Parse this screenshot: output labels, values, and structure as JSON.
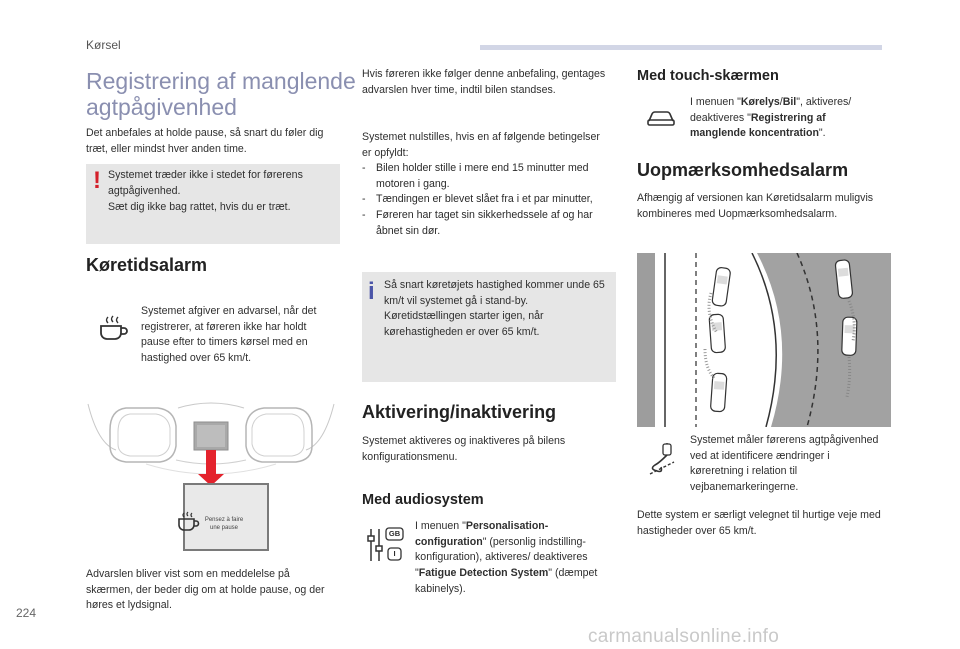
{
  "header": {
    "section": "Kørsel"
  },
  "page_number": "224",
  "watermark": "carmanualsonline.info",
  "col1": {
    "title": "Registrering af manglende agtpågivenhed",
    "intro": "Det anbefales at holde pause, så snart du føler dig træt, eller mindst hver anden time.",
    "warning": {
      "mark": "!",
      "line1": "Systemet træder ikke i stedet for førerens agtpågivenhed.",
      "line2": "Sæt dig ikke bag rattet, hvis du er træt."
    },
    "alarm_heading": "Køretidsalarm",
    "alarm_text": "Systemet afgiver en advarsel, når det registrerer, at føreren ikke har holdt pause efter to timers kørsel med en hastighed over 65 km/t.",
    "display_message": "Pensez à faire une pause",
    "caption": "Advarslen bliver vist som en meddelelse på skærmen, der beder dig om at holde pause, og der høres et lydsignal."
  },
  "col2": {
    "p1": "Hvis føreren ikke følger denne anbefaling, gentages advarslen hver time, indtil bilen standses.",
    "reset_intro": "Systemet nulstilles, hvis en af følgende betingelser er opfyldt:",
    "reset_items": [
      "Bilen holder stille i mere end 15 minutter med motoren i gang.",
      "Tændingen er blevet slået fra i et par minutter,",
      "Føreren har taget sin sikkerhedssele af og har åbnet sin dør."
    ],
    "info": {
      "mark": "i",
      "text": "Så snart køretøjets hastighed kommer unde 65 km/t vil systemet gå i stand-by. Køretidstællingen starter igen, når kørehastigheden er over 65 km/t."
    },
    "activation_heading": "Aktivering/inaktivering",
    "activation_text": "Systemet aktiveres og inaktiveres på bilens konfigurationsmenu.",
    "audio_heading": "Med audiosystem",
    "audio": {
      "t1": "I menuen \"",
      "b1": "Personalisation-configuration",
      "t2": "\" (personlig indstilling-konfiguration), aktiveres/ deaktiveres \"",
      "b2": "Fatigue Detection System",
      "t3": "\" (dæmpet kabinelys)."
    },
    "audio_badges": {
      "gb": "GB",
      "i": "I"
    }
  },
  "col3": {
    "touch_heading": "Med touch-skærmen",
    "touch": {
      "t1": "I menuen \"",
      "b1": "Kørelys",
      "t2": "/",
      "b2": "Bil",
      "t3": "\", aktiveres/ deaktiveres \"",
      "b3": "Registrering af manglende koncentration",
      "t4": "\"."
    },
    "attention_heading": "Uopmærksomhedsalarm",
    "attention_text": "Afhængig af versionen kan Køretidsalarm muligvis kombineres med Uopmærksomhedsalarm.",
    "lane_text": "Systemet måler førerens agtpågivenhed ved at identificere ændringer i køreretning i relation til vejbanemarkeringerne.",
    "final_text": "Dette system er særligt velegnet til hurtige veje med hastigheder over 65 km/t."
  },
  "colors": {
    "title_blue": "#8a8fb0",
    "header_bar": "#d2d6e6",
    "warning_red": "#d4202a",
    "info_blue": "#4b55a8",
    "box_grey": "#e6e6e6"
  }
}
